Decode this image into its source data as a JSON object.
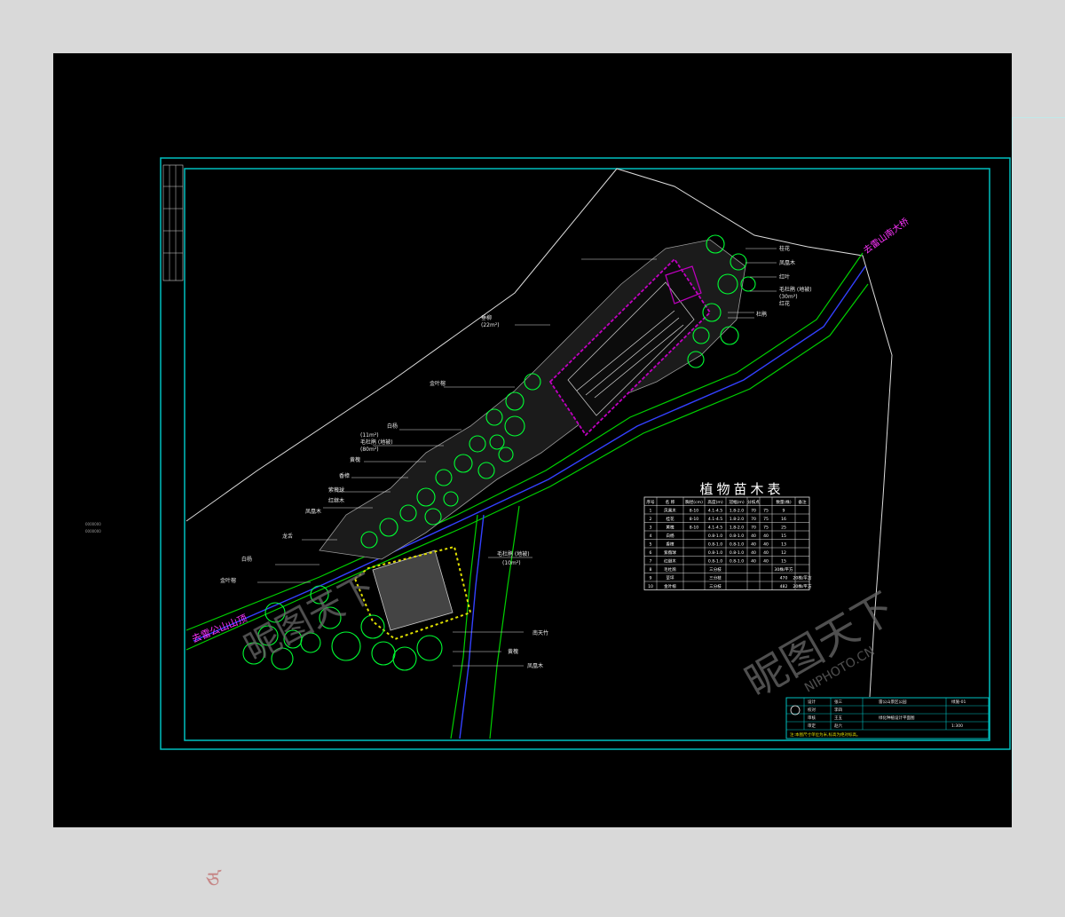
{
  "colors": {
    "background": "#000000",
    "frame": "#00c0c0",
    "road": "#00e000",
    "planting": "#00ff33",
    "building": "#c000c0",
    "magenta_label": "#ff33ff",
    "watermark": "#6a6a6a",
    "text": "#e8e8e8"
  },
  "roads": {
    "main_road_label": "去雷公山山顶",
    "side_road_label": "去雷山南大桥"
  },
  "plant_labels": {
    "top_right": [
      "桂花",
      "凤凰木",
      "红叶",
      "毛杜鹃 (地被)",
      "红花",
      "杜鹃"
    ],
    "top_right_area": "(30m²)",
    "top_left": [
      "垂柳",
      "(22m²)",
      "金叶榕",
      "白杨",
      "毛杜鹃 (地被)",
      "(80m²)",
      "黄槐",
      "香樟",
      "紫薇球",
      "红继木",
      "凤凰木"
    ],
    "top_left_area": "(11m²)",
    "lower_left": [
      "龙舌",
      "白杨",
      "金叶榕"
    ],
    "lower_center": "毛杜鹃 (地被)",
    "lower_center_area": "(10m²)",
    "lower_right": [
      "南天竹",
      "黄槐",
      "凤凰木"
    ]
  },
  "table": {
    "title": "植物苗木表",
    "headers": [
      "序号",
      "名 称",
      "胸径(cm)",
      "高度(m)",
      "冠幅(m)",
      "分枝点",
      "",
      "数量(株)",
      "备注"
    ],
    "rows": [
      [
        "1",
        "凤凰木",
        "8-10",
        "4.1-4.5",
        "1.8-2.0",
        "70",
        "75",
        "9",
        ""
      ],
      [
        "2",
        "桂花",
        "8-10",
        "4.1-4.5",
        "1.8-2.0",
        "70",
        "75",
        "16",
        ""
      ],
      [
        "3",
        "黄槐",
        "8-10",
        "4.1-4.5",
        "1.8-2.0",
        "70",
        "75",
        "25",
        ""
      ],
      [
        "4",
        "白杨",
        "",
        "0.8-1.0",
        "0.8-1.0",
        "40",
        "40",
        "15",
        ""
      ],
      [
        "5",
        "香樟",
        "",
        "0.8-1.0",
        "0.8-1.0",
        "40",
        "40",
        "13",
        ""
      ],
      [
        "6",
        "紫薇球",
        "",
        "0.8-1.0",
        "0.8-1.0",
        "40",
        "40",
        "12",
        ""
      ],
      [
        "7",
        "红继木",
        "",
        "0.8-1.0",
        "0.8-1.0",
        "40",
        "40",
        "15",
        ""
      ],
      [
        "8",
        "毛杜鹃",
        "",
        "三分枝",
        "",
        "",
        "",
        "30株/平方",
        ""
      ],
      [
        "9",
        "草坪",
        "",
        "三分枝",
        "",
        "",
        "",
        "470",
        "20株/平方"
      ],
      [
        "10",
        "金叶榕",
        "",
        "三分枝",
        "",
        "",
        "",
        "482",
        "20株/平方"
      ]
    ]
  },
  "title_block": {
    "project": "雷公山景区公园",
    "sheet": "绿化种植设计平面图",
    "sheet_code": "绿施-01",
    "scale": "1:300",
    "roles": [
      "设计",
      "校对",
      "审核",
      "审定"
    ],
    "names": [
      "张三",
      "李四",
      "王五",
      "赵六"
    ],
    "note": "注:本图尺寸单位为米,标高为绝对标高。"
  },
  "watermark": {
    "cn": "昵图天下",
    "en": "NIPHOTO.CN"
  },
  "left_annotation": [
    "0000000",
    "0000000"
  ]
}
